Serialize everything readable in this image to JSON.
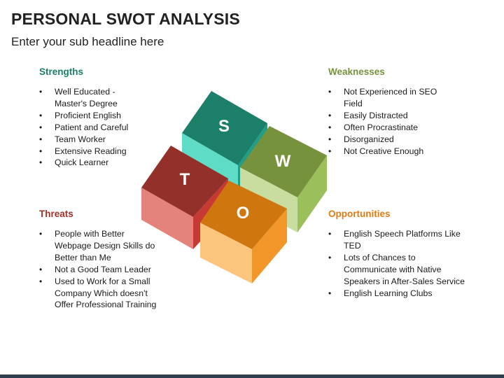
{
  "title": "PERSONAL SWOT ANALYSIS",
  "subtitle": "Enter your sub headline here",
  "colors": {
    "strengths": "#1b7f6a",
    "weaknesses": "#76923c",
    "threats": "#a0302a",
    "opportunities": "#e07b12",
    "bottom_bar": "#2f3e4e"
  },
  "strengths": {
    "heading": "Strengths",
    "items": [
      "Well Educated -",
      "Master's Degree",
      "Proficient English",
      "Patient and Careful",
      "Team Worker",
      "Extensive Reading",
      "Quick Learner"
    ]
  },
  "weaknesses": {
    "heading": "Weaknesses",
    "items": [
      "Not Experienced in SEO",
      "Field",
      "Easily Distracted",
      "Often Procrastinate",
      "Disorganized",
      "Not Creative Enough"
    ]
  },
  "threats": {
    "heading": "Threats",
    "items": [
      "People with Better",
      "Webpage Design Skills do",
      "Better than Me",
      "Not a Good Team Leader",
      "Used to Work for a Small",
      "Company Which doesn't",
      "Offer Professional Training"
    ]
  },
  "opportunities": {
    "heading": "Opportunities",
    "items": [
      "English Speech Platforms Like",
      "TED",
      "Lots of Chances to",
      "Communicate with Native",
      "Speakers in After-Sales Service",
      "English Learning Clubs"
    ]
  },
  "cubes": {
    "s": "S",
    "w": "W",
    "t": "T",
    "o": "O"
  }
}
